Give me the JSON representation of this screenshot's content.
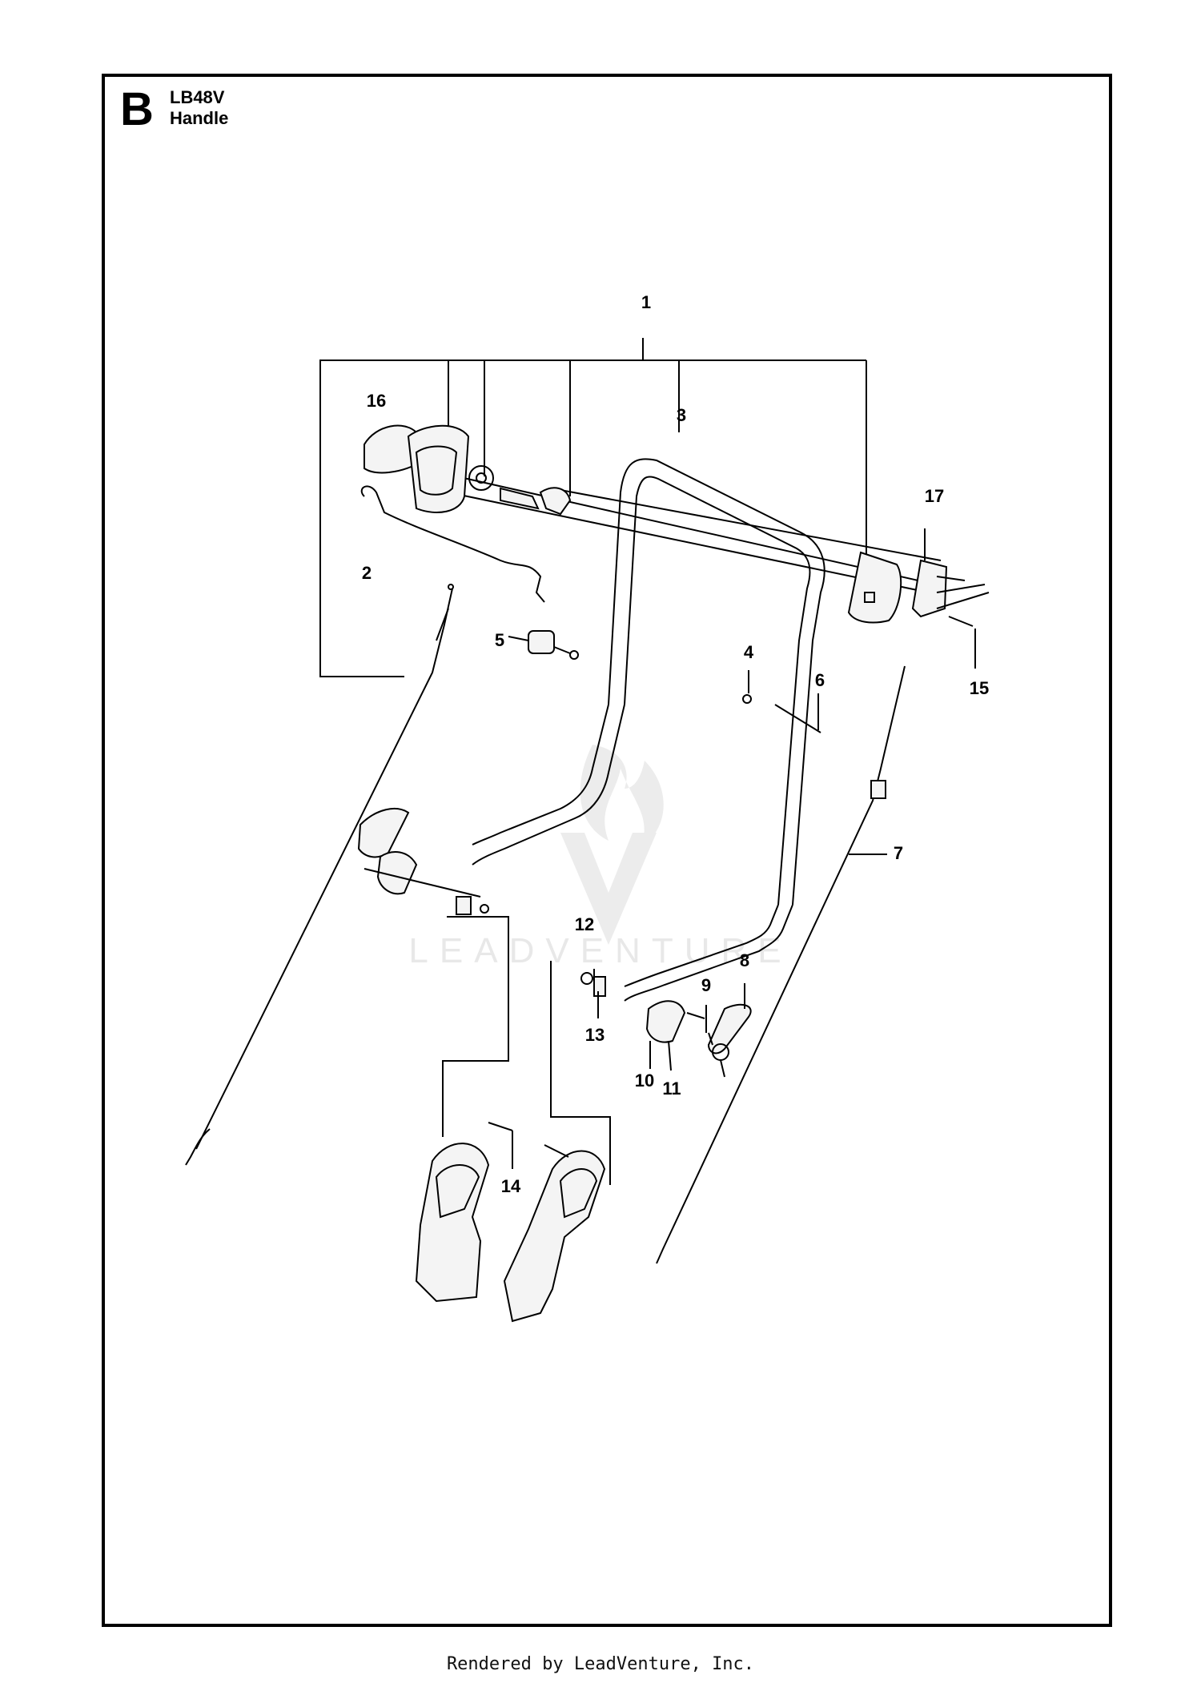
{
  "header": {
    "section_letter": "B",
    "model": "LB48V",
    "subtitle": "Handle"
  },
  "callouts": [
    "1",
    "2",
    "3",
    "4",
    "5",
    "6",
    "7",
    "8",
    "9",
    "10",
    "11",
    "12",
    "13",
    "14",
    "15",
    "16",
    "17"
  ],
  "watermark": "LEADVENTURE",
  "footer": "Rendered by LeadVenture, Inc.",
  "colors": {
    "line": "#000000",
    "watermark": "#e6e6e6",
    "part_fill": "#f4f4f4"
  }
}
